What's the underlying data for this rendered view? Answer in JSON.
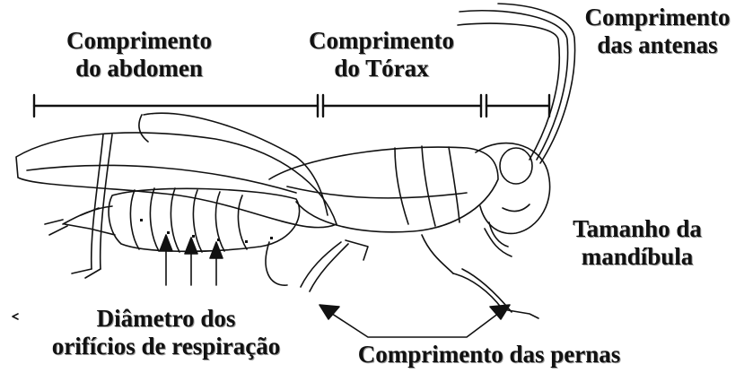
{
  "labels": {
    "abdomen_length": [
      "Comprimento",
      "do abdomen"
    ],
    "thorax_length": [
      "Comprimento",
      "do Tórax"
    ],
    "antenna_length": [
      "Comprimento",
      "das antenas"
    ],
    "mandible_size": [
      "Tamanho da",
      "mandíbula"
    ],
    "spiracle_diameter": [
      "Diâmetro dos",
      "orifícios de respiração"
    ],
    "leg_length": "Comprimento das pernas"
  },
  "colors": {
    "ink": "#111111",
    "shadow": "#9a9a9a",
    "background": "#ffffff"
  }
}
